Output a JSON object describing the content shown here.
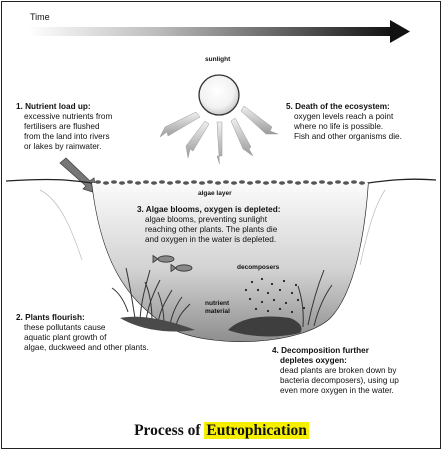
{
  "time_label": "Time",
  "sunlight_label": "sunlight",
  "algae_layer_label": "algae layer",
  "decomposers_label": "decomposers",
  "nutrient_label_line1": "nutrient",
  "nutrient_label_line2": "material",
  "step1": {
    "heading": "1. Nutrient load up:",
    "lines": [
      "excessive nutrients from",
      "fertilisers are flushed",
      "from the land into rivers",
      "or lakes by rainwater."
    ]
  },
  "step2": {
    "heading": "2. Plants flourish:",
    "lines": [
      "these pollutants cause",
      "aquatic plant growth of",
      "algae, duckweed and other plants."
    ]
  },
  "step3": {
    "heading": "3. Algae blooms, oxygen is depleted:",
    "lines": [
      "algae blooms, preventing sunlight",
      "reaching other plants. The plants die",
      "and oxygen in the water is depleted."
    ]
  },
  "step4": {
    "heading_line1": "4. Decomposition further",
    "heading_line2": "depletes oxygen:",
    "lines": [
      "dead plants are broken down by",
      "bacteria decomposers), using up",
      "even more oxygen in the water."
    ]
  },
  "step5": {
    "heading": "5. Death of the ecosystem:",
    "lines": [
      "oxygen levels reach a point",
      "where no life is possible.",
      "Fish and other organisms die."
    ]
  },
  "title": {
    "prefix": "Process of ",
    "highlight": "Eutrophication"
  },
  "colors": {
    "water_top": "#ffffff",
    "water_bottom": "#8e8e8e",
    "highlight": "#f6f000",
    "arrow_dark": "#111111"
  }
}
